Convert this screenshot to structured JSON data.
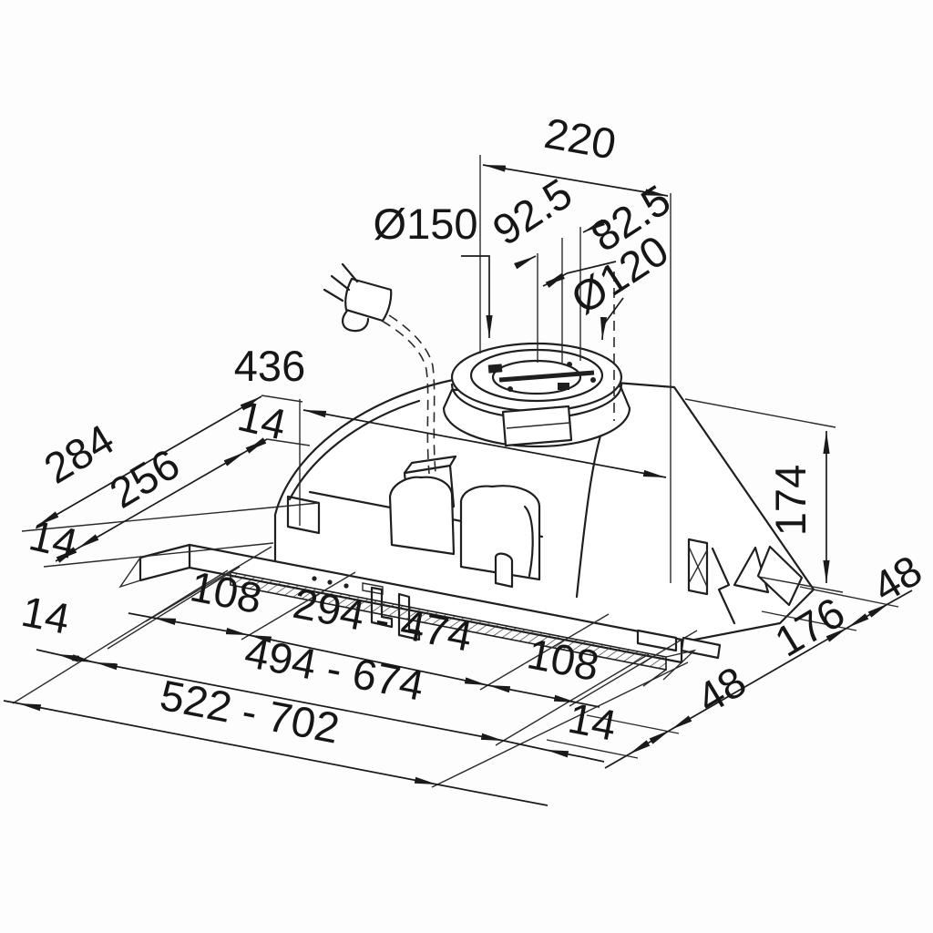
{
  "meta": {
    "type": "technical-installation-drawing",
    "subject": "built-in cooker hood with duct collar, power plug and mounting dimensions",
    "units": "mm"
  },
  "colors": {
    "background": "#fdfdfd",
    "line": "#1a1a1a",
    "text": "#161616"
  },
  "labels": {
    "top_width": "220",
    "duct_outer_diameter": "Ø150",
    "duct_offset_a": "92.5",
    "duct_offset_b": "82.5",
    "duct_inner_diameter": "Ø120",
    "fixing_width": "436",
    "depth_total": "284",
    "depth_inner": "256",
    "depth_edge_upper": "14",
    "depth_edge_lower": "14",
    "height": "174",
    "bottom_edge_left": "14",
    "inset_left": "108",
    "cutout_width_range": "294 - 474",
    "inset_right": "108",
    "inner_width_range": "494 - 674",
    "bottom_edge_right": "14",
    "overall_width_range": "522 - 702",
    "side_front_margin": "48",
    "side_depth": "176",
    "side_back_margin": "48"
  }
}
